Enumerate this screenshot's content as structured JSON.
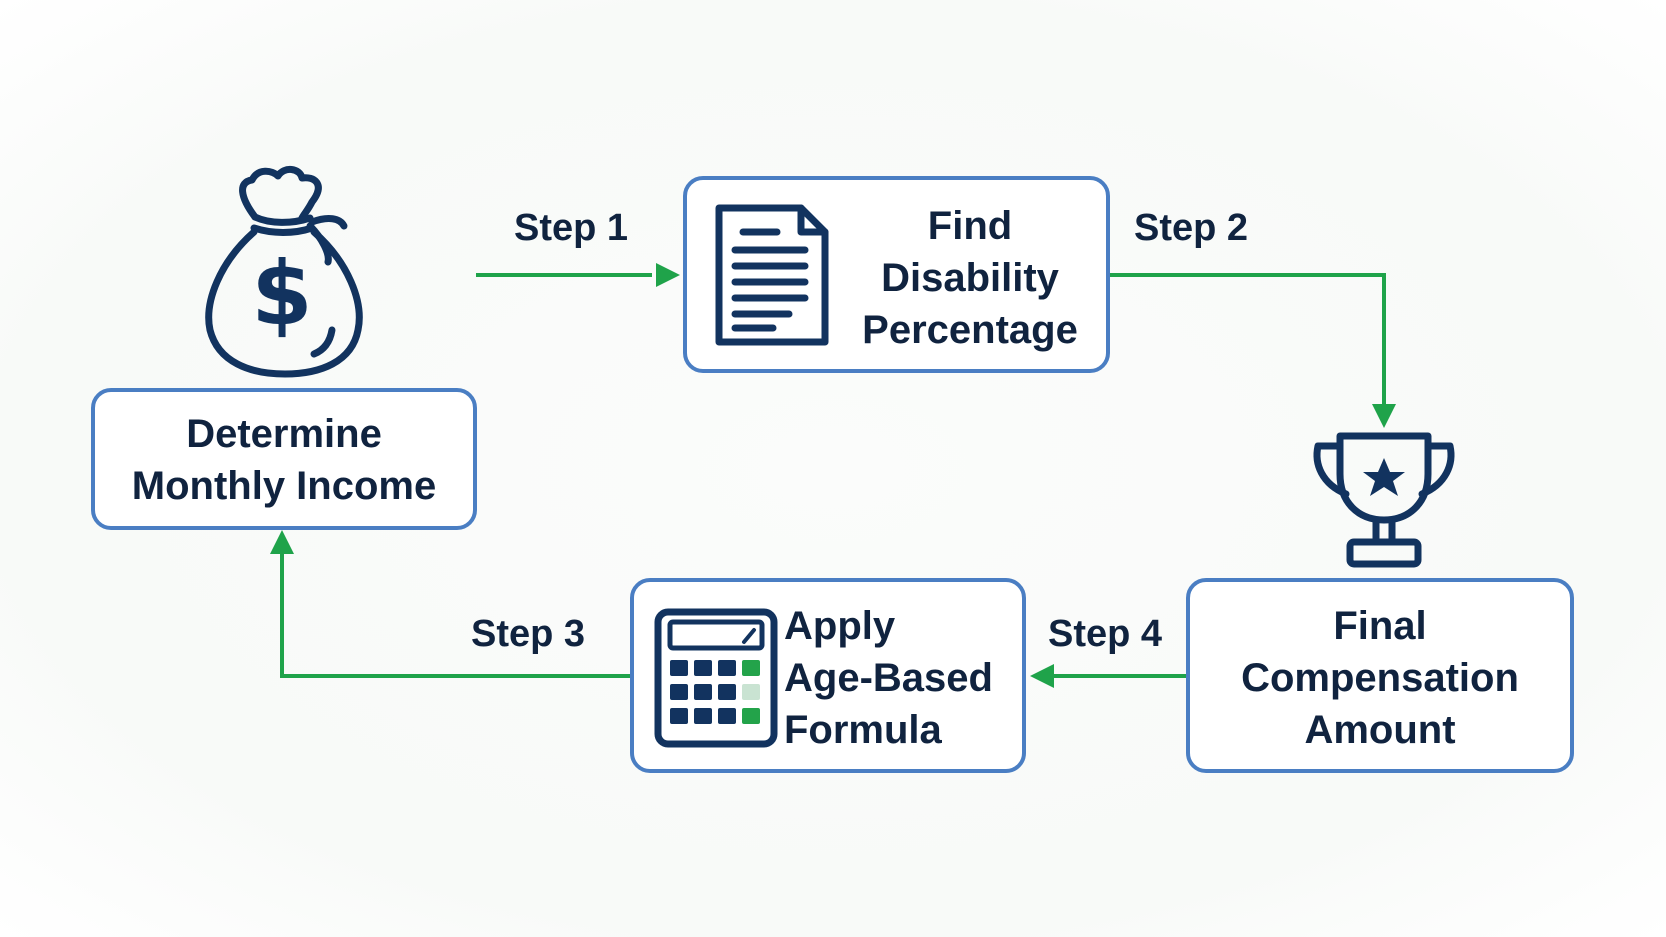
{
  "diagram": {
    "nodes": {
      "monthly_income": {
        "lines": [
          "Determine",
          "Monthly Income"
        ],
        "icon": "money-bag-icon"
      },
      "disability_percentage": {
        "lines": [
          "Find",
          "Disability",
          "Percentage"
        ],
        "icon": "document-icon"
      },
      "compensation_amount": {
        "lines": [
          "Final",
          "Compensation",
          "Amount"
        ],
        "icon": "trophy-icon"
      },
      "age_formula": {
        "lines": [
          "Apply",
          "Age-Based",
          "Formula"
        ],
        "icon": "calculator-icon"
      }
    },
    "steps": {
      "step1": "Step 1",
      "step2": "Step 2",
      "step3": "Step 3",
      "step4": "Step 4"
    },
    "colors": {
      "box_border": "#4a7ec3",
      "text": "#10233f",
      "icon": "#12335f",
      "arrow": "#1fa34a"
    }
  }
}
